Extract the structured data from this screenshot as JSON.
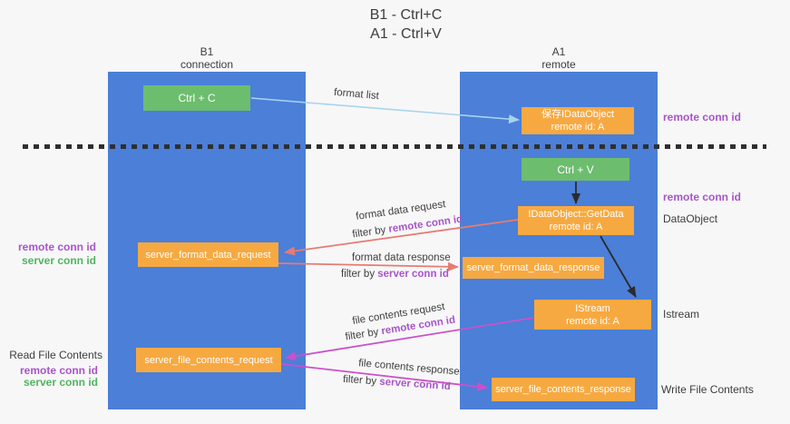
{
  "title": {
    "line1": "B1 - Ctrl+C",
    "line2": "A1 - Ctrl+V"
  },
  "lanes": {
    "left": {
      "name": "B1",
      "role": "connection"
    },
    "right": {
      "name": "A1",
      "role": "remote"
    }
  },
  "nodes": {
    "ctrl_c": {
      "label": "Ctrl + C"
    },
    "ctrl_v": {
      "label": "Ctrl + V"
    },
    "save_dataobject": {
      "line1": "保存IDataObject",
      "line2": "remote id: A"
    },
    "getdata": {
      "line1": "IDataObject::GetData",
      "line2": "remote id: A"
    },
    "istream": {
      "line1": "IStream",
      "line2": "remote id: A"
    },
    "format_request": {
      "label": "server_format_data_request"
    },
    "format_response": {
      "label": "server_format_data_response"
    },
    "file_request": {
      "label": "server_file_contents_request"
    },
    "file_response": {
      "label": "server_file_contents_response"
    }
  },
  "edge_labels": {
    "format_list": "format list",
    "format_data_request": "format data request",
    "format_data_response": "format data response",
    "file_contents_request": "file contents request",
    "file_contents_response": "file contents response",
    "filter_by": "filter by ",
    "remote_conn_id": "remote conn id",
    "server_conn_id": "server conn id"
  },
  "side_labels": {
    "right_remote_conn_id_top": "remote conn id",
    "right_remote_conn_id_mid": "remote conn id",
    "dataobject": "DataObject",
    "istream": "Istream",
    "write_file_contents": "Write File Contents",
    "left_remote_conn_id_1": "remote conn id",
    "left_server_conn_id_1": "server conn id",
    "read_file_contents": "Read File Contents",
    "left_remote_conn_id_2": "remote conn id",
    "left_server_conn_id_2": "server conn id"
  },
  "colors": {
    "lane_blue": "#4b7fd8",
    "box_green": "#6dbd6e",
    "box_orange": "#f7a941",
    "arrow_salmon": "#e87a72",
    "arrow_magenta": "#cc50cb",
    "arrow_lightblue": "#a8d3f0",
    "arrow_black": "#2b2b2b",
    "text_purple": "#a855c8",
    "text_green": "#52b35f",
    "background": "#f7f7f8"
  }
}
